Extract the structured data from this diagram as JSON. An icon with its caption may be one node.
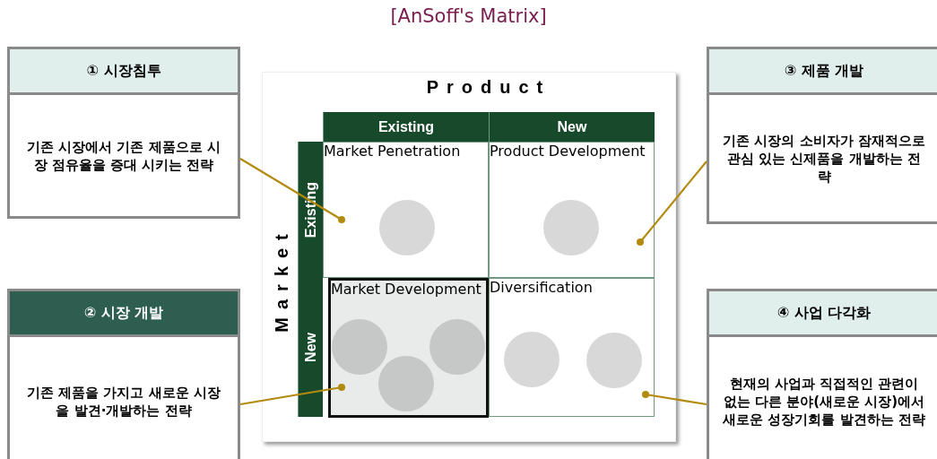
{
  "diagram": {
    "title": "[AnSoff's Matrix]",
    "nodes": [
      {
        "text": [
          "① 시장침투",
          "기존 시장에서 기존 제품으로 시장 점유율을 증대 시키는 전략"
        ]
      },
      {
        "text": [
          "② 시장 개발",
          "기존 제품을 가지고 새로운 시장을 발견·개발하는 전략"
        ]
      },
      {
        "text": [
          "③ 제품 개발",
          "기존 시장의 소비자가 잠재적으로 관심 있는 신제품을 개발하는 전략"
        ]
      },
      {
        "text": [
          "④ 사업 다각화",
          "현재의 사업과 직접적인 관련이 없는 다른 분야(새로운 시장)에서 새로운 성장기회를 발견하는 전략"
        ]
      },
      {
        "text": [
          "Market Penetration"
        ]
      },
      {
        "text": [
          "Product Development"
        ]
      },
      {
        "text": [
          "Market Development"
        ]
      },
      {
        "text": [
          "Diversification"
        ]
      },
      {
        "text": [],
        "shape": "circle",
        "in": 4
      },
      {
        "text": [],
        "shape": "circle",
        "in": 5
      },
      {
        "text": [],
        "shape": "circle",
        "in": 6
      },
      {
        "text": [],
        "shape": "circle",
        "in": 6
      },
      {
        "text": [],
        "shape": "circle",
        "in": 6
      },
      {
        "text": [],
        "shape": "circle",
        "in": 7
      },
      {
        "text": [],
        "shape": "circle",
        "in": 7
      },
      {
        "text": [
          "Existing"
        ]
      },
      {
        "text": [
          "New"
        ]
      },
      {
        "text": [
          "Existing"
        ]
      },
      {
        "text": [
          "New"
        ]
      }
    ],
    "edges": [
      {
        "from": 0,
        "to": 4,
        "arrow": "other"
      },
      {
        "from": 1,
        "to": 6,
        "arrow": "other"
      },
      {
        "from": 2,
        "to": 5,
        "arrow": "other"
      },
      {
        "from": 3,
        "to": 7,
        "arrow": "other"
      }
    ],
    "labels": [
      "Product",
      "Market"
    ]
  }
}
